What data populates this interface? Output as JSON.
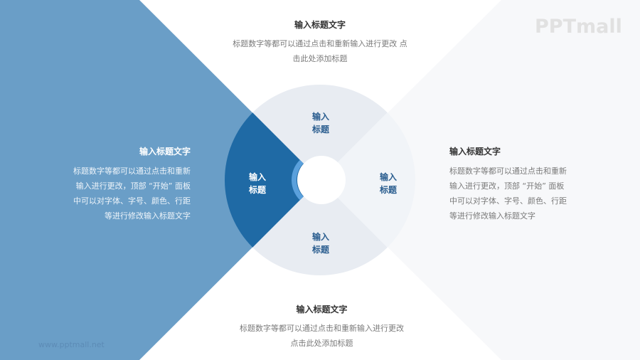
{
  "colors": {
    "left_triangle": "#6a9ec7",
    "right_triangle": "#f7f8fa",
    "sector_left": "#1f6aa5",
    "sector_top": "#e8ecf2",
    "sector_right": "#f1f4f8",
    "sector_bottom": "#e8ecf2",
    "inner_arc": "#5aa0dc",
    "center_hole": "#ffffff",
    "label_dark": "#2a5d8f"
  },
  "logo": {
    "text": "PPTmall"
  },
  "watermark": {
    "text": "www.pptmall.net"
  },
  "blocks": {
    "top": {
      "title": "输入标题文字",
      "lines": [
        "标题数字等都可以通过点击和重新输入进行更改 点",
        "击此处添加标题"
      ]
    },
    "left": {
      "title": "输入标题文字",
      "lines": [
        "标题数字等都可以通过点击和重新",
        "输入进行更改，顶部 “开始” 面板",
        "中可以对字体、字号、颜色、行距",
        "等进行修改输入标题文字"
      ]
    },
    "right": {
      "title": "输入标题文字",
      "lines": [
        "标题数字等都可以通过点击和重新",
        "输入进行更改，顶部 “开始” 面板",
        "中可以对字体、字号、颜色、行距",
        "等进行修改输入标题文字"
      ]
    },
    "bottom": {
      "title": "输入标题文字",
      "lines": [
        "标题数字等都可以通过点击和重新输入进行更改",
        "点击此处添加标题"
      ]
    }
  },
  "sectors": {
    "left": {
      "line1": "输入",
      "line2": "标题"
    },
    "top": {
      "line1": "输入",
      "line2": "标题"
    },
    "right": {
      "line1": "输入",
      "line2": "标题"
    },
    "bottom": {
      "line1": "输入",
      "line2": "标题"
    }
  }
}
